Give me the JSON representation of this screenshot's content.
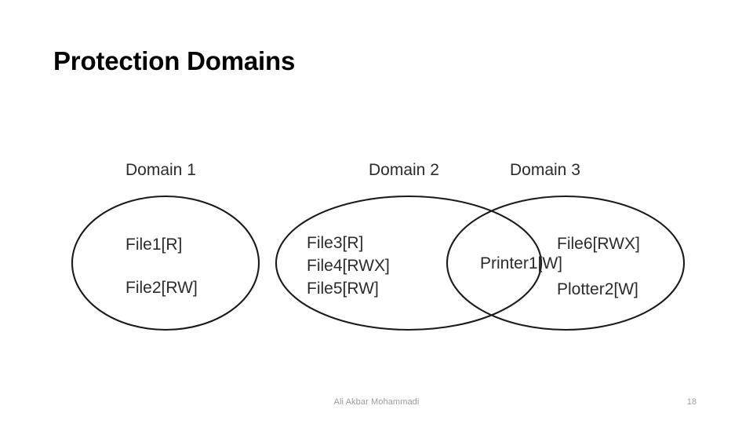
{
  "slide": {
    "title": "Protection Domains",
    "background_color": "#ffffff",
    "title_color": "#000000"
  },
  "diagram": {
    "type": "venn",
    "stroke_color": "#1a1a1a",
    "text_color": "#2b2b2b",
    "domains": [
      {
        "label": "Domain 1",
        "entries": [
          "File1[R]",
          "File2[RW]"
        ]
      },
      {
        "label": "Domain 2",
        "entries": [
          "File3[R]",
          "File4[RWX]",
          "File5[RW]"
        ]
      },
      {
        "label": "Domain 3",
        "entries": [
          "File6[RWX]",
          "Plotter2[W]"
        ]
      }
    ],
    "intersection": {
      "between": "Domain 2 and Domain 3",
      "entries": [
        "Printer1[W]"
      ]
    }
  },
  "footer": {
    "author": "Ali Akbar Mohammadi",
    "page_number": "18"
  }
}
